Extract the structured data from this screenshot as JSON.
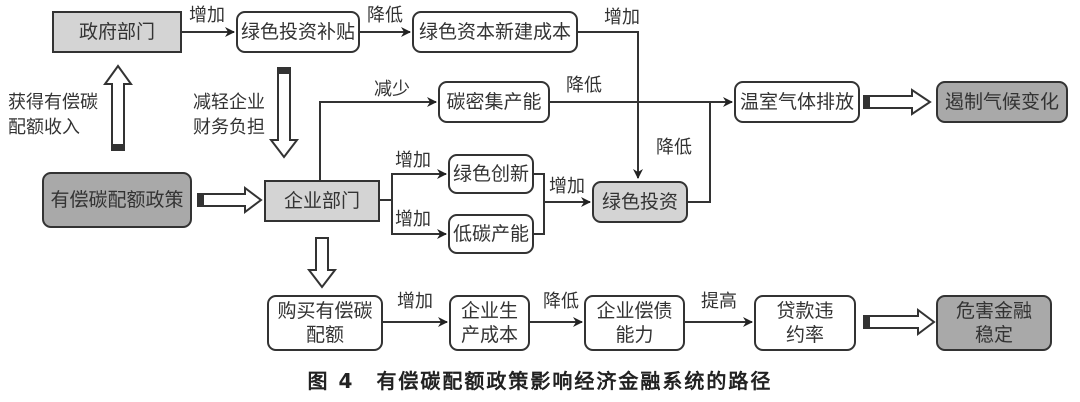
{
  "caption": {
    "figure": "图 4",
    "title": "有偿碳配额政策影响经济金融系统的路径"
  },
  "nodes": {
    "government": "政府部门",
    "green_subsidy": "绿色投资补贴",
    "green_capital_cost": "绿色资本新建成本",
    "carbon_intensive": "碳密集产能",
    "ghg_emission": "温室气体排放",
    "curb_climate": "遏制气候变化",
    "policy": "有偿碳配额政策",
    "enterprise": "企业部门",
    "green_innovation": "绿色创新",
    "low_carbon": "低碳产能",
    "green_investment": "绿色投资",
    "buy_allowance": "购买有偿碳配额",
    "production_cost": "企业生产成本",
    "solvency": "企业偿债能力",
    "default_rate": "贷款违约率",
    "financial_stability": "危害金融稳定"
  },
  "edge_labels": {
    "gov_to_subsidy": "增加",
    "subsidy_to_cost": "降低",
    "cost_to_green_inv": "增加",
    "ent_to_carbon": "减少",
    "carbon_to_ghg": "降低",
    "green_inv_to_ghg": "降低",
    "ent_to_innovation": "增加",
    "ent_to_lowcarbon": "增加",
    "merge_to_green_inv": "增加",
    "buy_to_prodcost": "增加",
    "prodcost_to_solvency": "降低",
    "solvency_to_default": "提高",
    "policy_to_gov_line1": "获得有偿碳",
    "policy_to_gov_line2": "配额收入",
    "gov_to_ent_line1": "减轻企业",
    "gov_to_ent_line2": "财务负担"
  },
  "colors": {
    "light_fill": "#d4d4d4",
    "dark_fill": "#a9a9a9",
    "stroke": "#333333"
  }
}
